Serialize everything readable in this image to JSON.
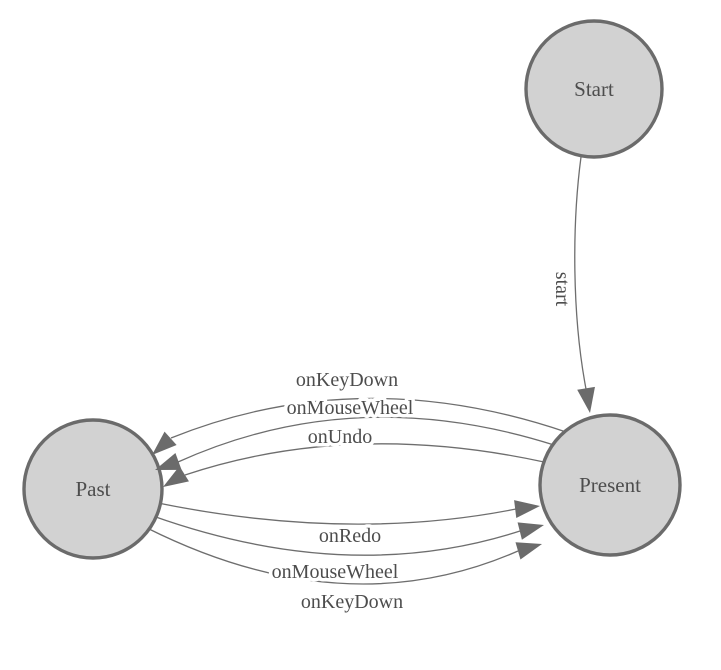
{
  "diagram": {
    "type": "state-machine",
    "colors": {
      "background": "#ffffff",
      "node_fill": "#d2d2d2",
      "node_stroke": "#6b6b6b",
      "edge_line": "#6e6e6e",
      "arrowhead": "#6b6b6b",
      "text": "#4d4d4d"
    },
    "nodes": [
      {
        "id": "start",
        "label": "Start"
      },
      {
        "id": "present",
        "label": "Present"
      },
      {
        "id": "past",
        "label": "Past"
      }
    ],
    "edges": [
      {
        "from": "start",
        "to": "present",
        "label": "start"
      },
      {
        "from": "present",
        "to": "past",
        "label": "onKeyDown"
      },
      {
        "from": "present",
        "to": "past",
        "label": "onMouseWheel"
      },
      {
        "from": "present",
        "to": "past",
        "label": "onUndo"
      },
      {
        "from": "past",
        "to": "present",
        "label": "onRedo"
      },
      {
        "from": "past",
        "to": "present",
        "label": "onMouseWheel"
      },
      {
        "from": "past",
        "to": "present",
        "label": "onKeyDown"
      }
    ]
  }
}
